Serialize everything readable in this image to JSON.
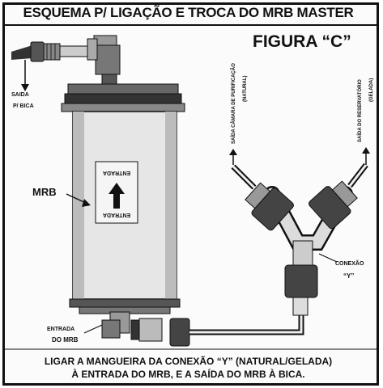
{
  "title": "ESQUEMA P/ LIGAÇÃO E TROCA DO MRB MASTER",
  "figure_label": "FIGURA “C”",
  "labels": {
    "saida": "SAIDA",
    "bica": "P/ BICA",
    "mrb": "MRB",
    "entrada": "ENTRADA",
    "do_mrb": "DO MRB",
    "conexao": "CONEXÃO",
    "y": "“Y”",
    "canister_word": "ENTRADA",
    "saida_camara": "SAÍDA CÂMARA DE PURIFICAÇÃO",
    "natural": "(NATURAL)",
    "saida_reservatorio": "SAÍDA DO RESERVATÓRIO",
    "gelada": "(GELADA)"
  },
  "footer": {
    "line1": "LIGAR A MANGUEIRA DA CONEXÃO “Y” (NATURAL/GELADA)",
    "line2": "À ENTRADA DO MRB, E A SAÍDA DO MRB À BICA."
  }
}
